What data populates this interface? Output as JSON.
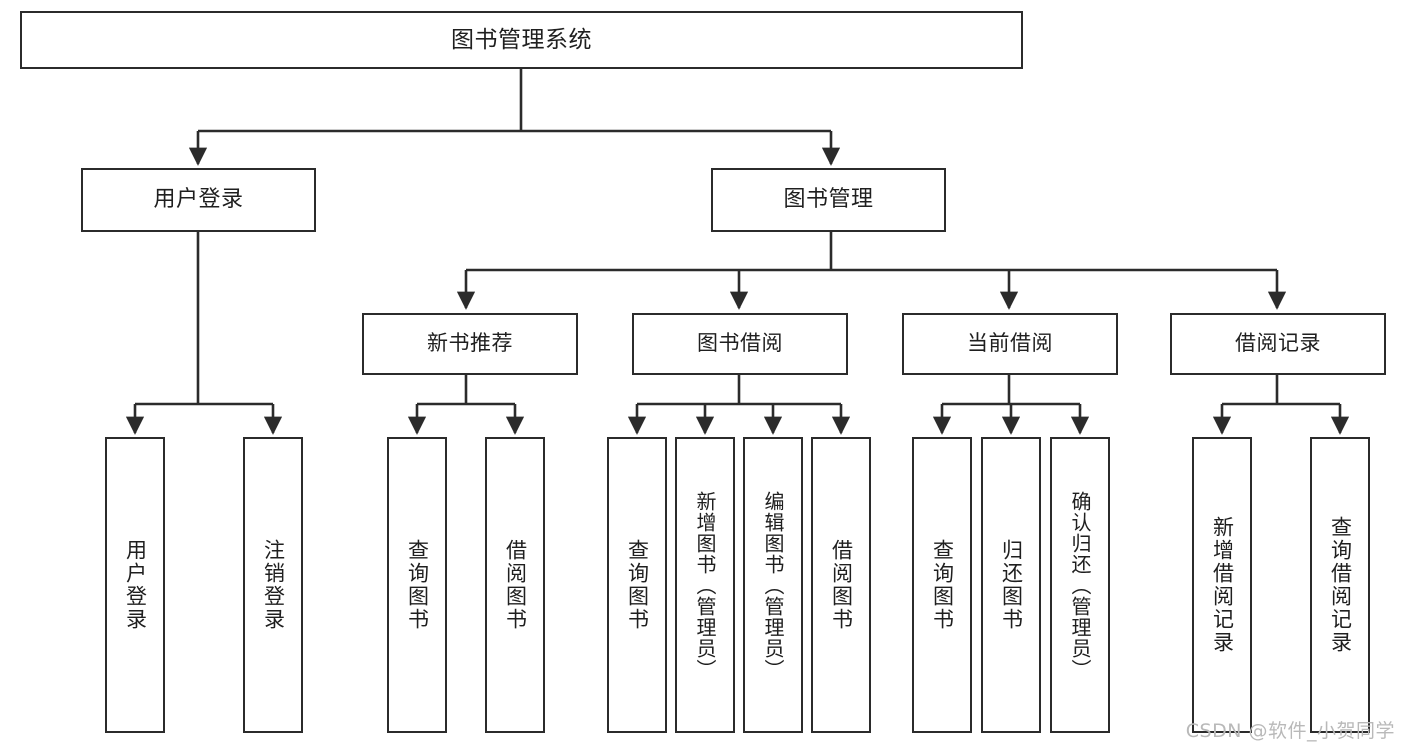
{
  "diagram": {
    "title": "图书管理系统",
    "type": "tree",
    "watermark": "CSDN @软件_小贺同学",
    "root": {
      "label": "图书管理系统"
    },
    "level2": [
      {
        "id": "user-login",
        "label": "用户登录"
      },
      {
        "id": "book-management",
        "label": "图书管理"
      }
    ],
    "level3": [
      {
        "id": "new-book-recommend",
        "label": "新书推荐",
        "parent": "book-management"
      },
      {
        "id": "book-borrow",
        "label": "图书借阅",
        "parent": "book-management"
      },
      {
        "id": "current-borrow",
        "label": "当前借阅",
        "parent": "book-management"
      },
      {
        "id": "borrow-record",
        "label": "借阅记录",
        "parent": "book-management"
      }
    ],
    "leaves": [
      {
        "id": "leaf-user-login",
        "label": "用户登录",
        "parent": "user-login"
      },
      {
        "id": "leaf-user-logout",
        "label": "注销登录",
        "parent": "user-login"
      },
      {
        "id": "leaf-query-book-1",
        "label": "查询图书",
        "parent": "new-book-recommend"
      },
      {
        "id": "leaf-borrow-book-1",
        "label": "借阅图书",
        "parent": "new-book-recommend"
      },
      {
        "id": "leaf-query-book-2",
        "label": "查询图书",
        "parent": "book-borrow"
      },
      {
        "id": "leaf-add-book",
        "label": "新增图书（管理员）",
        "parent": "book-borrow"
      },
      {
        "id": "leaf-edit-book",
        "label": "编辑图书（管理员）",
        "parent": "book-borrow"
      },
      {
        "id": "leaf-borrow-book-2",
        "label": "借阅图书",
        "parent": "book-borrow"
      },
      {
        "id": "leaf-query-book-3",
        "label": "查询图书",
        "parent": "current-borrow"
      },
      {
        "id": "leaf-return-book",
        "label": "归还图书",
        "parent": "current-borrow"
      },
      {
        "id": "leaf-confirm-return",
        "label": "确认归还（管理员）",
        "parent": "current-borrow"
      },
      {
        "id": "leaf-add-record",
        "label": "新增借阅记录",
        "parent": "borrow-record"
      },
      {
        "id": "leaf-query-record",
        "label": "查询借阅记录",
        "parent": "borrow-record"
      }
    ],
    "colors": {
      "stroke": "#2b2b2b",
      "fill": "#ffffff",
      "text": "#1f1f1f",
      "watermark": "#b9b9b9"
    }
  }
}
